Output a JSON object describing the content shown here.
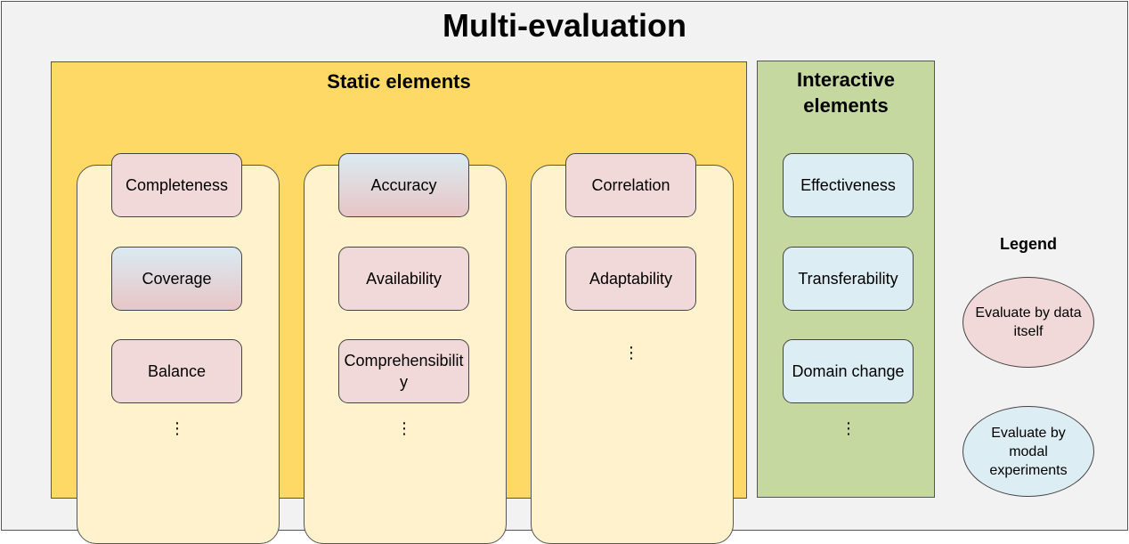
{
  "title": "Multi-evaluation",
  "static": {
    "title": "Static elements",
    "groups": [
      {
        "title": "Content quality",
        "items": [
          "Completeness",
          "Coverage",
          "Balance"
        ],
        "ellipsis": "⋮"
      },
      {
        "title": "Formal quality",
        "items": [
          "Accuracy",
          "Availability",
          "Comprehensibility"
        ],
        "ellipsis": "⋮"
      },
      {
        "title": "Utility quality",
        "items": [
          "Correlation",
          "Adaptability"
        ],
        "ellipsis": "⋮"
      }
    ]
  },
  "interactive": {
    "title": "Interactive elements",
    "items": [
      "Effectiveness",
      "Transferability",
      "Domain change"
    ],
    "ellipsis": "⋮"
  },
  "legend": {
    "title": "Legend",
    "items": [
      {
        "label": "Evaluate by data itself",
        "color": "#f2d9d9"
      },
      {
        "label": "Evaluate by modal experiments",
        "color": "#ddedf4"
      }
    ]
  },
  "colors": {
    "static_panel": "#ffd966",
    "interactive_panel": "#c5d8a0",
    "group_fill": "#fff2cc",
    "data_itself": "#f2d9d9",
    "modal_experiments": "#ddedf4"
  }
}
